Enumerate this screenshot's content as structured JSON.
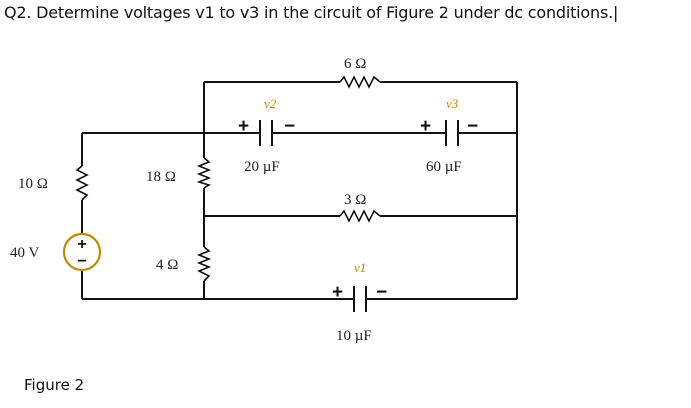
{
  "question": {
    "text": "Q2. Determine voltages v1 to v3 in the circuit of Figure 2 under dc conditions.|"
  },
  "figure": {
    "caption": "Figure 2"
  },
  "components": {
    "source": {
      "label": "40 V"
    },
    "r_left": {
      "label": "10 Ω"
    },
    "r_18": {
      "label": "18 Ω"
    },
    "r_4": {
      "label": "4 Ω"
    },
    "r_6": {
      "label": "6 Ω"
    },
    "r_3": {
      "label": "3 Ω"
    },
    "c_20": {
      "label": "20 µF",
      "voltage": "v2"
    },
    "c_60": {
      "label": "60 µF",
      "voltage": "v3"
    },
    "c_10": {
      "label": "10 µF",
      "voltage": "v1"
    }
  },
  "polarity": {
    "plus": "+",
    "minus": "−"
  },
  "colors": {
    "wire": "#111111",
    "voltage_label": "#c08a00",
    "source_ring": "#c08a00"
  }
}
